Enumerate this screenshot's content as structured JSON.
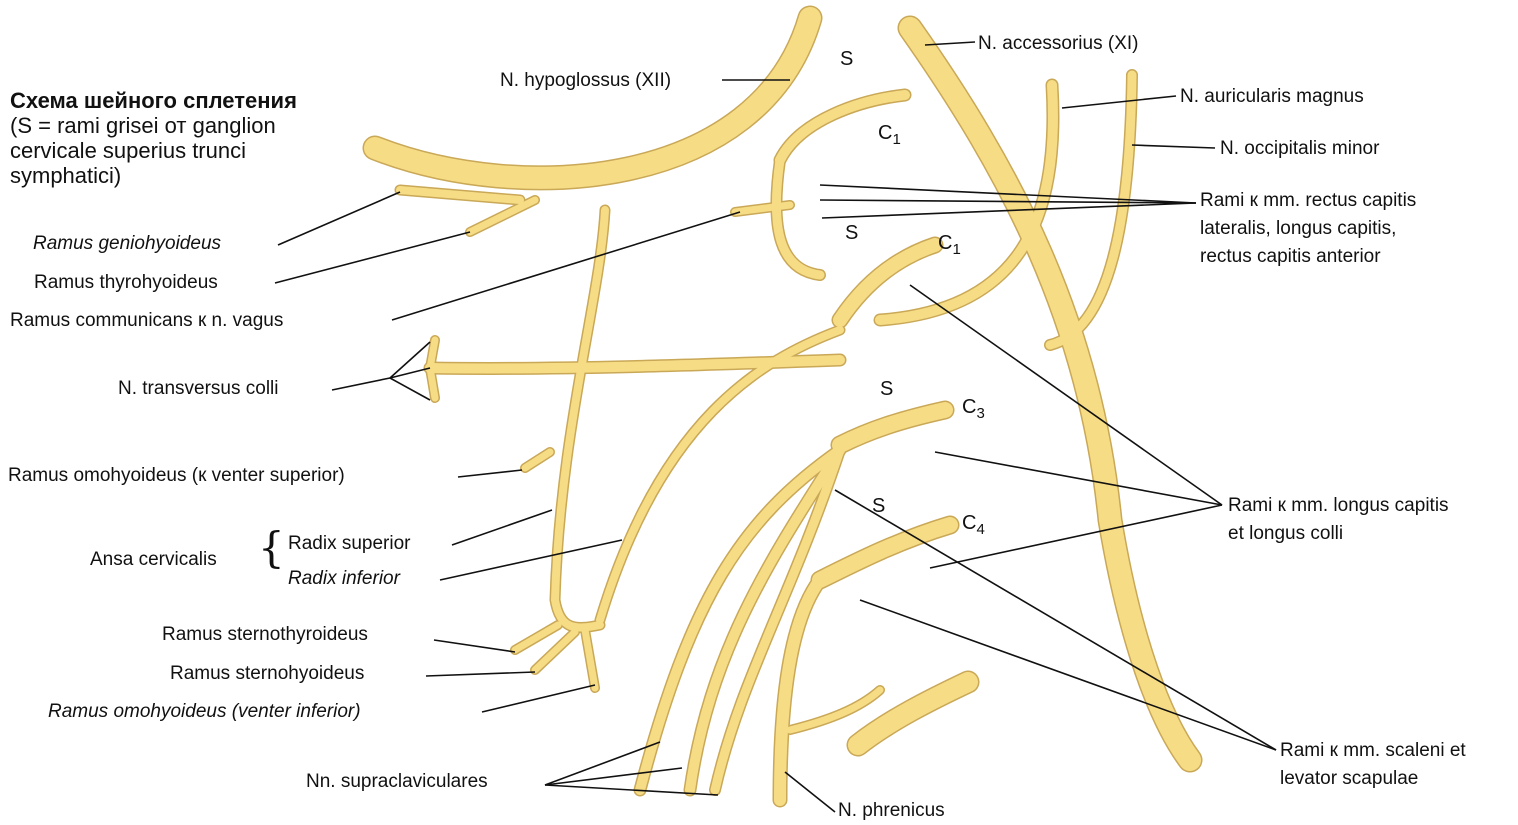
{
  "title": {
    "heading": "Схема шейного сплетения",
    "lines": [
      "(S = rami grisei от ganglion",
      "cervicale superius trunci",
      "symphatici)"
    ]
  },
  "colors": {
    "nerve": "#f7dc86",
    "nerve_edge": "#c9a857",
    "leader": "#111111"
  },
  "labels": {
    "hypoglossus": "N. hypoglossus (XII)",
    "accessorius": "N. accessorius (XI)",
    "auricularis": "N. auricularis magnus",
    "occipitalis": "N. occipitalis minor",
    "rami_rectus": [
      "Rami к mm. rectus capitis",
      "lateralis, longus capitis,",
      "rectus capitis anterior"
    ],
    "geniohyoideus": "Ramus geniohyoideus",
    "thyrohyoideus": "Ramus thyrohyoideus",
    "communicans": "Ramus communicans к n. vagus",
    "transversus": "N. transversus colli",
    "omohyoideus_sup": "Ramus omohyoideus (к venter superior)",
    "ansa": "Ansa cervicalis",
    "radix_sup": "Radix superior",
    "radix_inf": "Radix inferior",
    "sternothyroideus": "Ramus sternothyroideus",
    "sternohyoideus": "Ramus sternohyoideus",
    "omohyoideus_inf_a": "Ramus omohyoideus",
    "omohyoideus_inf_b": "(venter inferior)",
    "supraclaviculares": "Nn. supraclaviculares",
    "phrenicus": "N. phrenicus",
    "rami_longus": [
      "Rami к mm. longus capitis",
      "et longus colli"
    ],
    "rami_scaleni": [
      "Rami к mm. scaleni et",
      "levator scapulae"
    ]
  },
  "markers": {
    "s": "S",
    "c": "C",
    "levels": [
      "1",
      "1",
      "3",
      "4"
    ]
  }
}
